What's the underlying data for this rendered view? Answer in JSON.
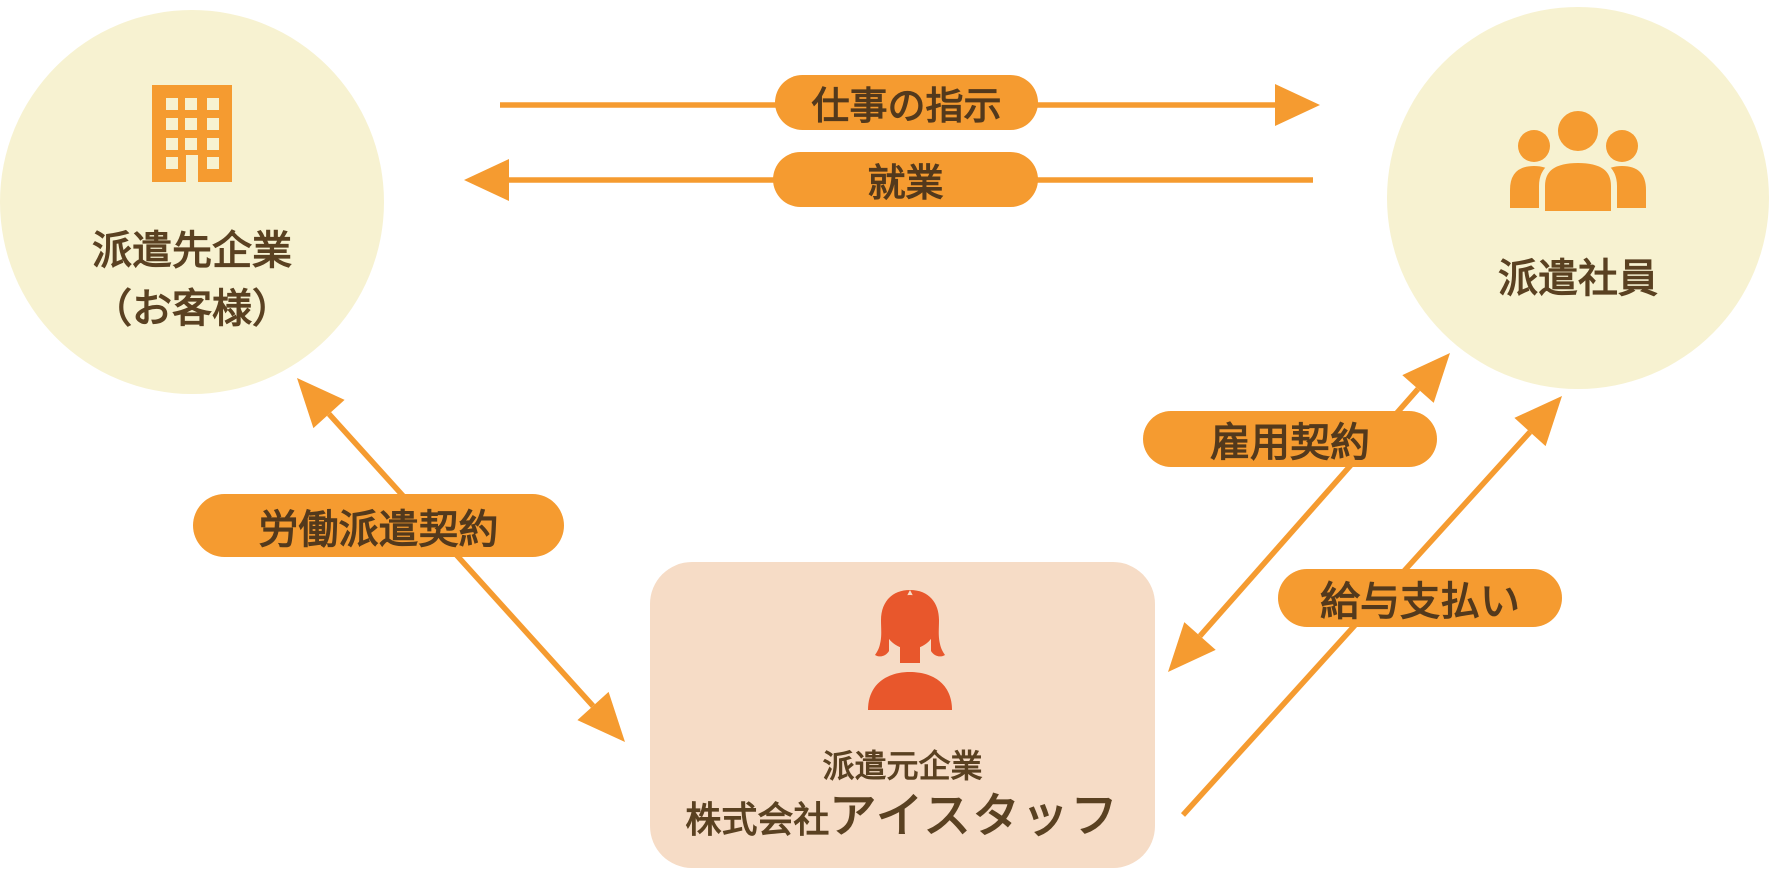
{
  "colors": {
    "background": "#ffffff",
    "circle_fill": "#f7f2d1",
    "orange": "#f59b30",
    "peach": "#f6dcc6",
    "red_orange": "#e8572c",
    "text_brown": "#5a4121",
    "pill_text": "#53391c"
  },
  "nodes": {
    "client": {
      "line1": "派遣先企業",
      "line2": "（お客様）",
      "icon": "building-icon"
    },
    "staff": {
      "label": "派遣社員",
      "icon": "people-icon"
    },
    "agency": {
      "role": "派遣元企業",
      "company_prefix": "株式会社",
      "company_name": "アイスタッフ",
      "icon": "person-icon"
    }
  },
  "edges": {
    "work_instruction": {
      "label": "仕事の指示",
      "direction": "client-to-staff"
    },
    "working": {
      "label": "就業",
      "direction": "staff-to-client"
    },
    "dispatch_contract": {
      "label": "労働派遣契約",
      "direction": "both-client-agency"
    },
    "employment_contract": {
      "label": "雇用契約",
      "direction": "both-agency-staff"
    },
    "salary_payment": {
      "label": "給与支払い",
      "direction": "agency-to-staff"
    }
  }
}
